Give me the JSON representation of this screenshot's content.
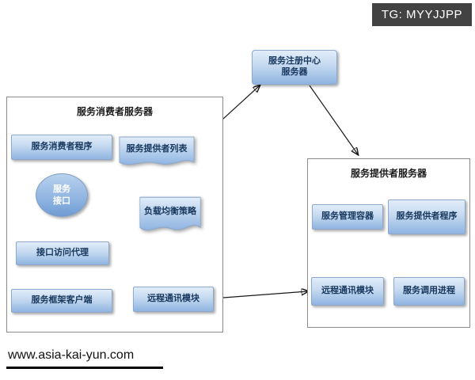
{
  "badge": {
    "label": "TG: MYYJJPP"
  },
  "footer": {
    "url": "www.asia-kai-yun.com"
  },
  "registry": {
    "line1": "服务注册中心",
    "line2": "服务器"
  },
  "consumer_server": {
    "title": "服务消费者服务器",
    "nodes": {
      "consumer_program": "服务消费者程序",
      "service_interface_line1": "服务",
      "service_interface_line2": "接口",
      "interface_proxy": "接口访问代理",
      "framework_client": "服务框架客户端",
      "provider_list": "服务提供者列表",
      "load_balance": "负载均衡策略",
      "remote_module": "远程通讯模块"
    }
  },
  "provider_server": {
    "title": "服务提供者服务器",
    "nodes": {
      "manage_container": "服务管理容器",
      "provider_program": "服务提供者程序",
      "remote_module": "远程通讯模块",
      "invoke_process": "服务调用进程"
    }
  },
  "colors": {
    "node_gradient_top": "#e2edf9",
    "node_gradient_bottom": "#8fb4e1",
    "node_border": "#8ea9cc",
    "node_text": "#17375e",
    "frame_border": "#8a8a8a",
    "badge_bg": "#424242",
    "badge_text": "#ffffff",
    "connector": "#1a1a1a"
  }
}
